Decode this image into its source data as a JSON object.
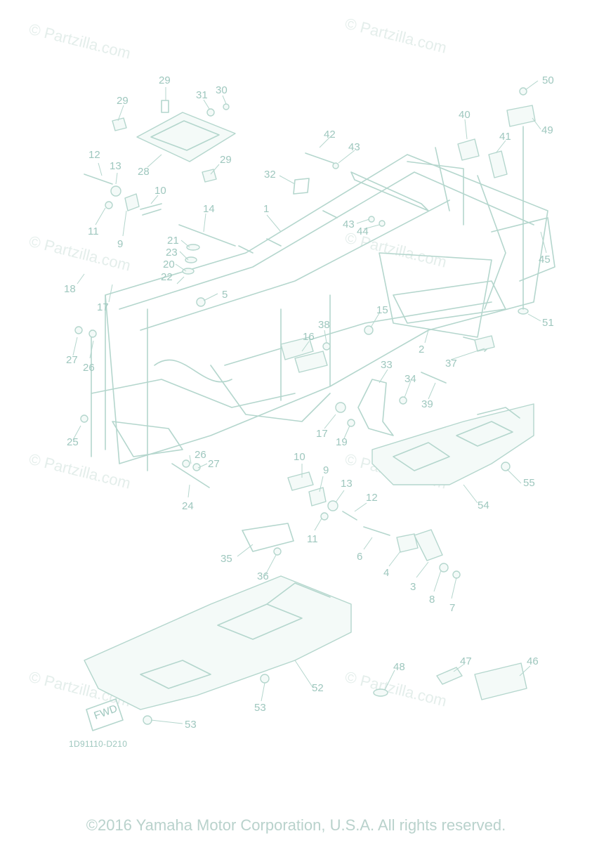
{
  "watermark_text": "© Partzilla.com",
  "diagram_code": "1D91110-D210",
  "copyright": "©2016 Yamaha Motor Corporation, U.S.A. All rights reserved.",
  "fwd_label": "FWD",
  "callouts": [
    "1",
    "2",
    "3",
    "4",
    "5",
    "6",
    "7",
    "8",
    "9",
    "9",
    "10",
    "10",
    "11",
    "11",
    "12",
    "12",
    "13",
    "13",
    "14",
    "15",
    "16",
    "17",
    "17",
    "18",
    "19",
    "20",
    "21",
    "22",
    "23",
    "24",
    "25",
    "26",
    "26",
    "27",
    "27",
    "28",
    "29",
    "29",
    "29",
    "30",
    "31",
    "32",
    "33",
    "34",
    "35",
    "36",
    "37",
    "38",
    "39",
    "40",
    "41",
    "42",
    "43",
    "43",
    "44",
    "45",
    "46",
    "47",
    "48",
    "49",
    "50",
    "51",
    "52",
    "53",
    "53",
    "54",
    "55"
  ],
  "colors": {
    "line": "#b4d6cd",
    "label": "#9ec7be",
    "watermark": "#e4eeeb"
  }
}
